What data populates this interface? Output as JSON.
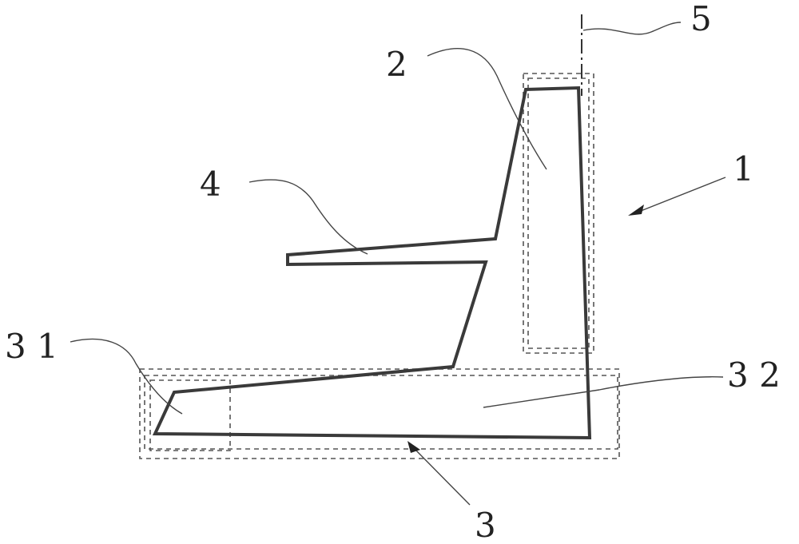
{
  "labels": {
    "l1": "1",
    "l2": "2",
    "l3": "3",
    "l4": "4",
    "l5": "5",
    "l31": "3 1",
    "l32": "3 2"
  }
}
